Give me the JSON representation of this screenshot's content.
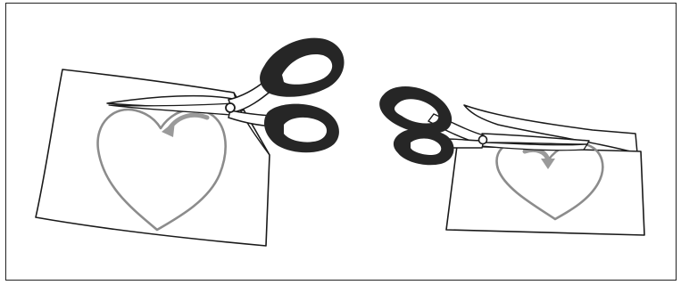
{
  "figure": {
    "panels": [
      {
        "id": "left",
        "content": "paper-with-heart-outline-and-scissors",
        "arrow_direction": "counterclockwise"
      },
      {
        "id": "right",
        "content": "paper-with-heart-outline-and-scissors",
        "arrow_direction": "clockwise"
      }
    ],
    "colors": {
      "frame": "#222222",
      "paper_stroke": "#1a1a1a",
      "paper_fill": "#ffffff",
      "heart_outline": "#8c8c8c",
      "arrow": "#9a9a9a",
      "scissor_handles": "#262626",
      "scissor_blades": "#ffffff"
    }
  }
}
